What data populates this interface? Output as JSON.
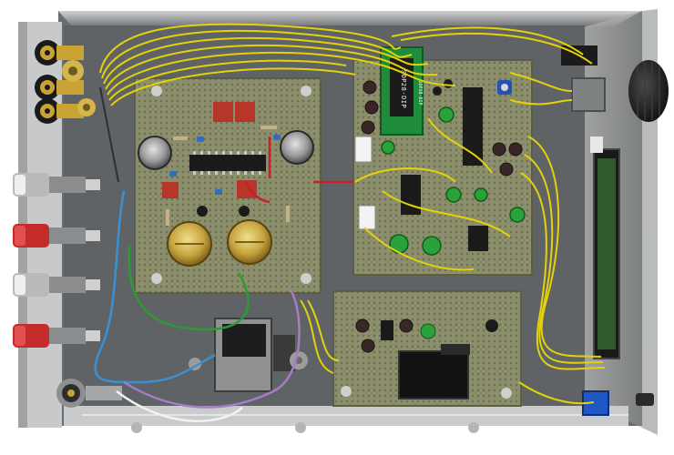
{
  "scene": {
    "subject": "amplifier-chassis-interior",
    "colors": {
      "background": "#ffffff",
      "chassis_floor": "#5f6365",
      "chassis_wall": "#8c8f90",
      "perfboard": "#8a8e6c",
      "wire_yellow": "#e3d20a",
      "wire_blue": "#3b90d4",
      "wire_green": "#2e9a35",
      "wire_purple": "#a67cc4",
      "wire_red": "#c8202a",
      "capacitor_green": "#2aa23a",
      "electrolytic_gold": "#c8a742",
      "ic_black": "#1b1b1b",
      "adapter_board_green": "#1e8c3a",
      "knob_black": "#1c1c1c",
      "terminal_red": "#c42b2b",
      "terminal_grey": "#b9b9b9",
      "relay_black": "#121212",
      "trimmer_blue": "#2650b6"
    },
    "labels": {
      "chip_top": "SOP28-DIP",
      "chip_side": "SOP28-DIP"
    }
  }
}
